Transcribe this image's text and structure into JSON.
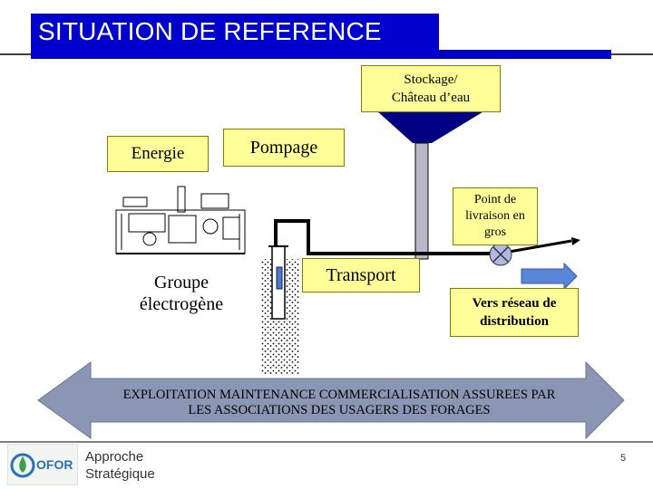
{
  "title": "SITUATION DE REFERENCE",
  "labels": {
    "storage_line1": "Stockage/",
    "storage_line2": "Château d’eau",
    "energie": "Energie",
    "pompage": "Pompage",
    "livraison_line1": "Point de",
    "livraison_line2": "livraison en",
    "livraison_line3": "gros",
    "transport": "Transport",
    "reseau_line1": "Vers réseau de",
    "reseau_line2": "distribution",
    "groupe_line1": "Groupe",
    "groupe_line2": "électrogène",
    "exploitation_line1": "EXPLOITATION MAINTENANCE COMMERCIALISATION ASSUREES PAR",
    "exploitation_line2": "LES ASSOCIATIONS DES USAGERS DES FORAGES"
  },
  "footer": {
    "line1": "Approche",
    "line2": "Stratégique",
    "page_number": "5",
    "logo_text": "OFOR"
  },
  "colors": {
    "title_bg": "#0000cc",
    "label_bg": "#ffff99",
    "tank": "#000080",
    "arrow": "#8a96b4",
    "blue_arrow": "#5a86d8"
  }
}
